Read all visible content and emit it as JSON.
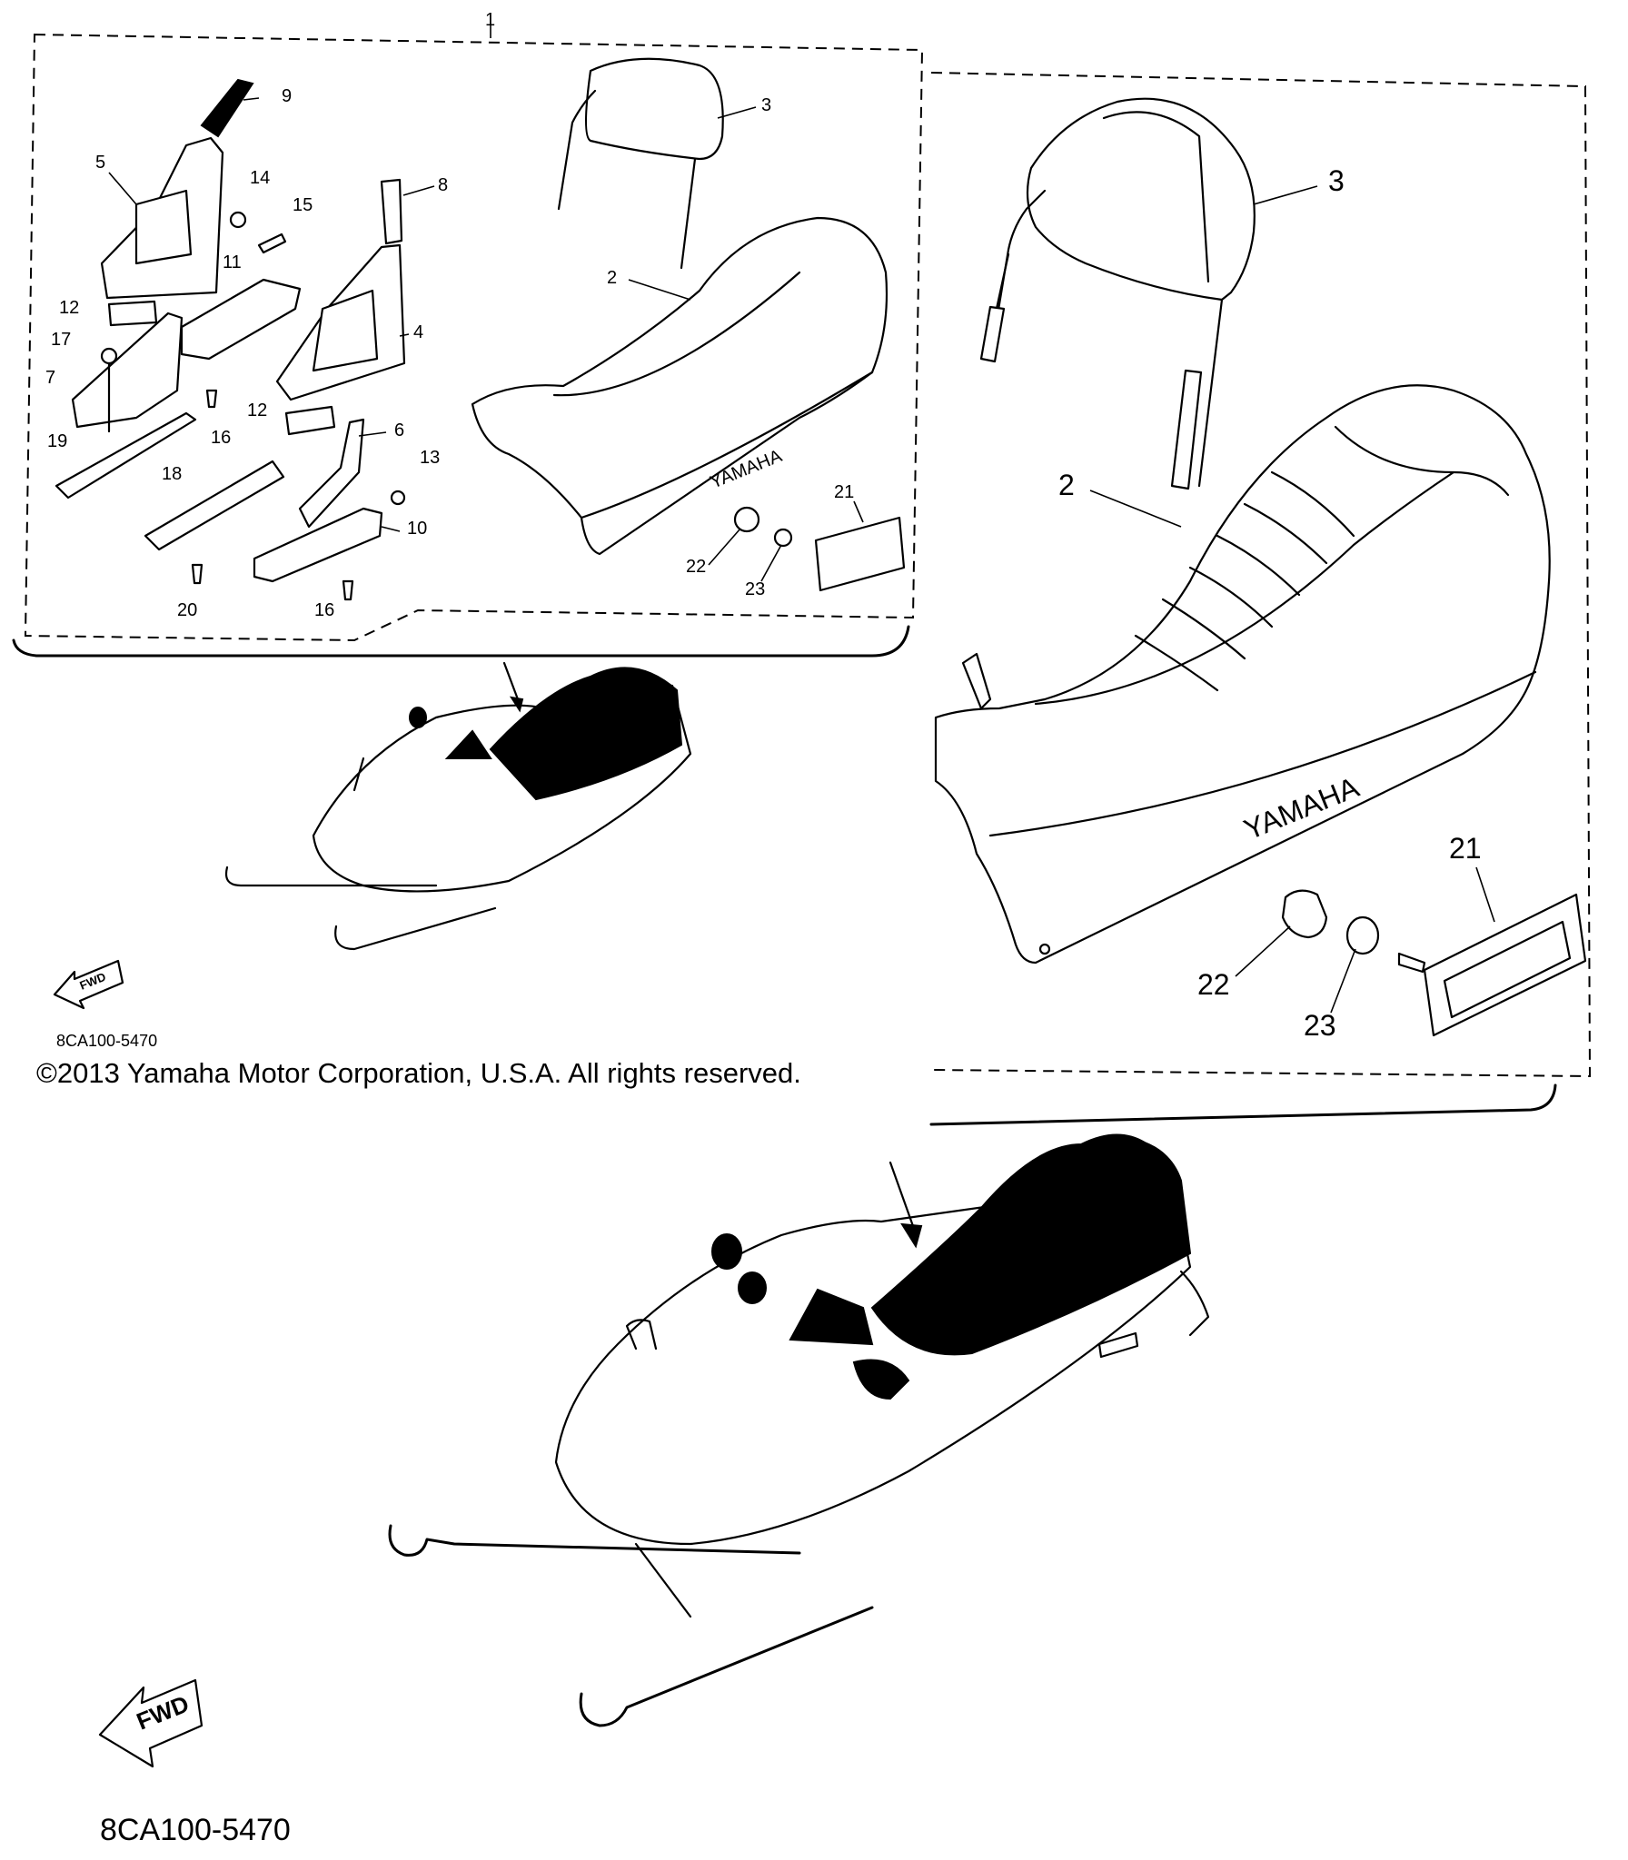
{
  "diagram": {
    "copyright": "©2013 Yamaha Motor Corporation, U.S.A. All rights reserved.",
    "part_code_small": "8CA100-5470",
    "part_code_large": "8CA100-5470",
    "fwd_label": "FWD",
    "brand_mark": "YAMAHA",
    "callouts_small": [
      "1",
      "2",
      "3",
      "4",
      "5",
      "6",
      "7",
      "8",
      "9",
      "10",
      "11",
      "12",
      "12",
      "13",
      "14",
      "15",
      "16",
      "16",
      "17",
      "18",
      "19",
      "20",
      "21",
      "22",
      "23"
    ],
    "callouts_large": [
      "2",
      "3",
      "21",
      "22",
      "23"
    ]
  },
  "colors": {
    "line": "#000000",
    "background": "#ffffff"
  }
}
